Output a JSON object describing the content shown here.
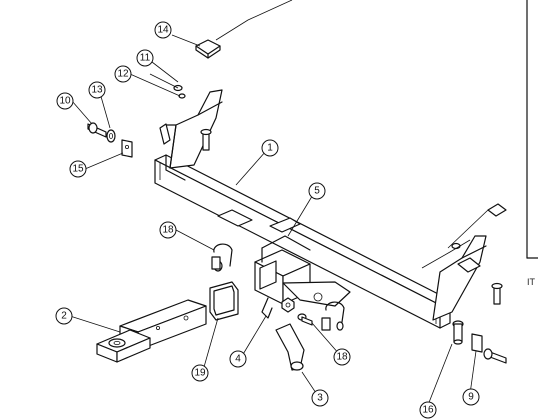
{
  "side_label": "IT",
  "callouts": [
    {
      "id": "c14",
      "label": "14"
    },
    {
      "id": "c11",
      "label": "11"
    },
    {
      "id": "c12",
      "label": "12"
    },
    {
      "id": "c10",
      "label": "10"
    },
    {
      "id": "c13",
      "label": "13"
    },
    {
      "id": "c15",
      "label": "15"
    },
    {
      "id": "c1",
      "label": "1"
    },
    {
      "id": "c5",
      "label": "5"
    },
    {
      "id": "c18a",
      "label": "18"
    },
    {
      "id": "c2",
      "label": "2"
    },
    {
      "id": "c19",
      "label": "19"
    },
    {
      "id": "c4",
      "label": "4"
    },
    {
      "id": "c18b",
      "label": "18"
    },
    {
      "id": "c3",
      "label": "3"
    },
    {
      "id": "c16",
      "label": "16"
    },
    {
      "id": "c9",
      "label": "9"
    }
  ]
}
